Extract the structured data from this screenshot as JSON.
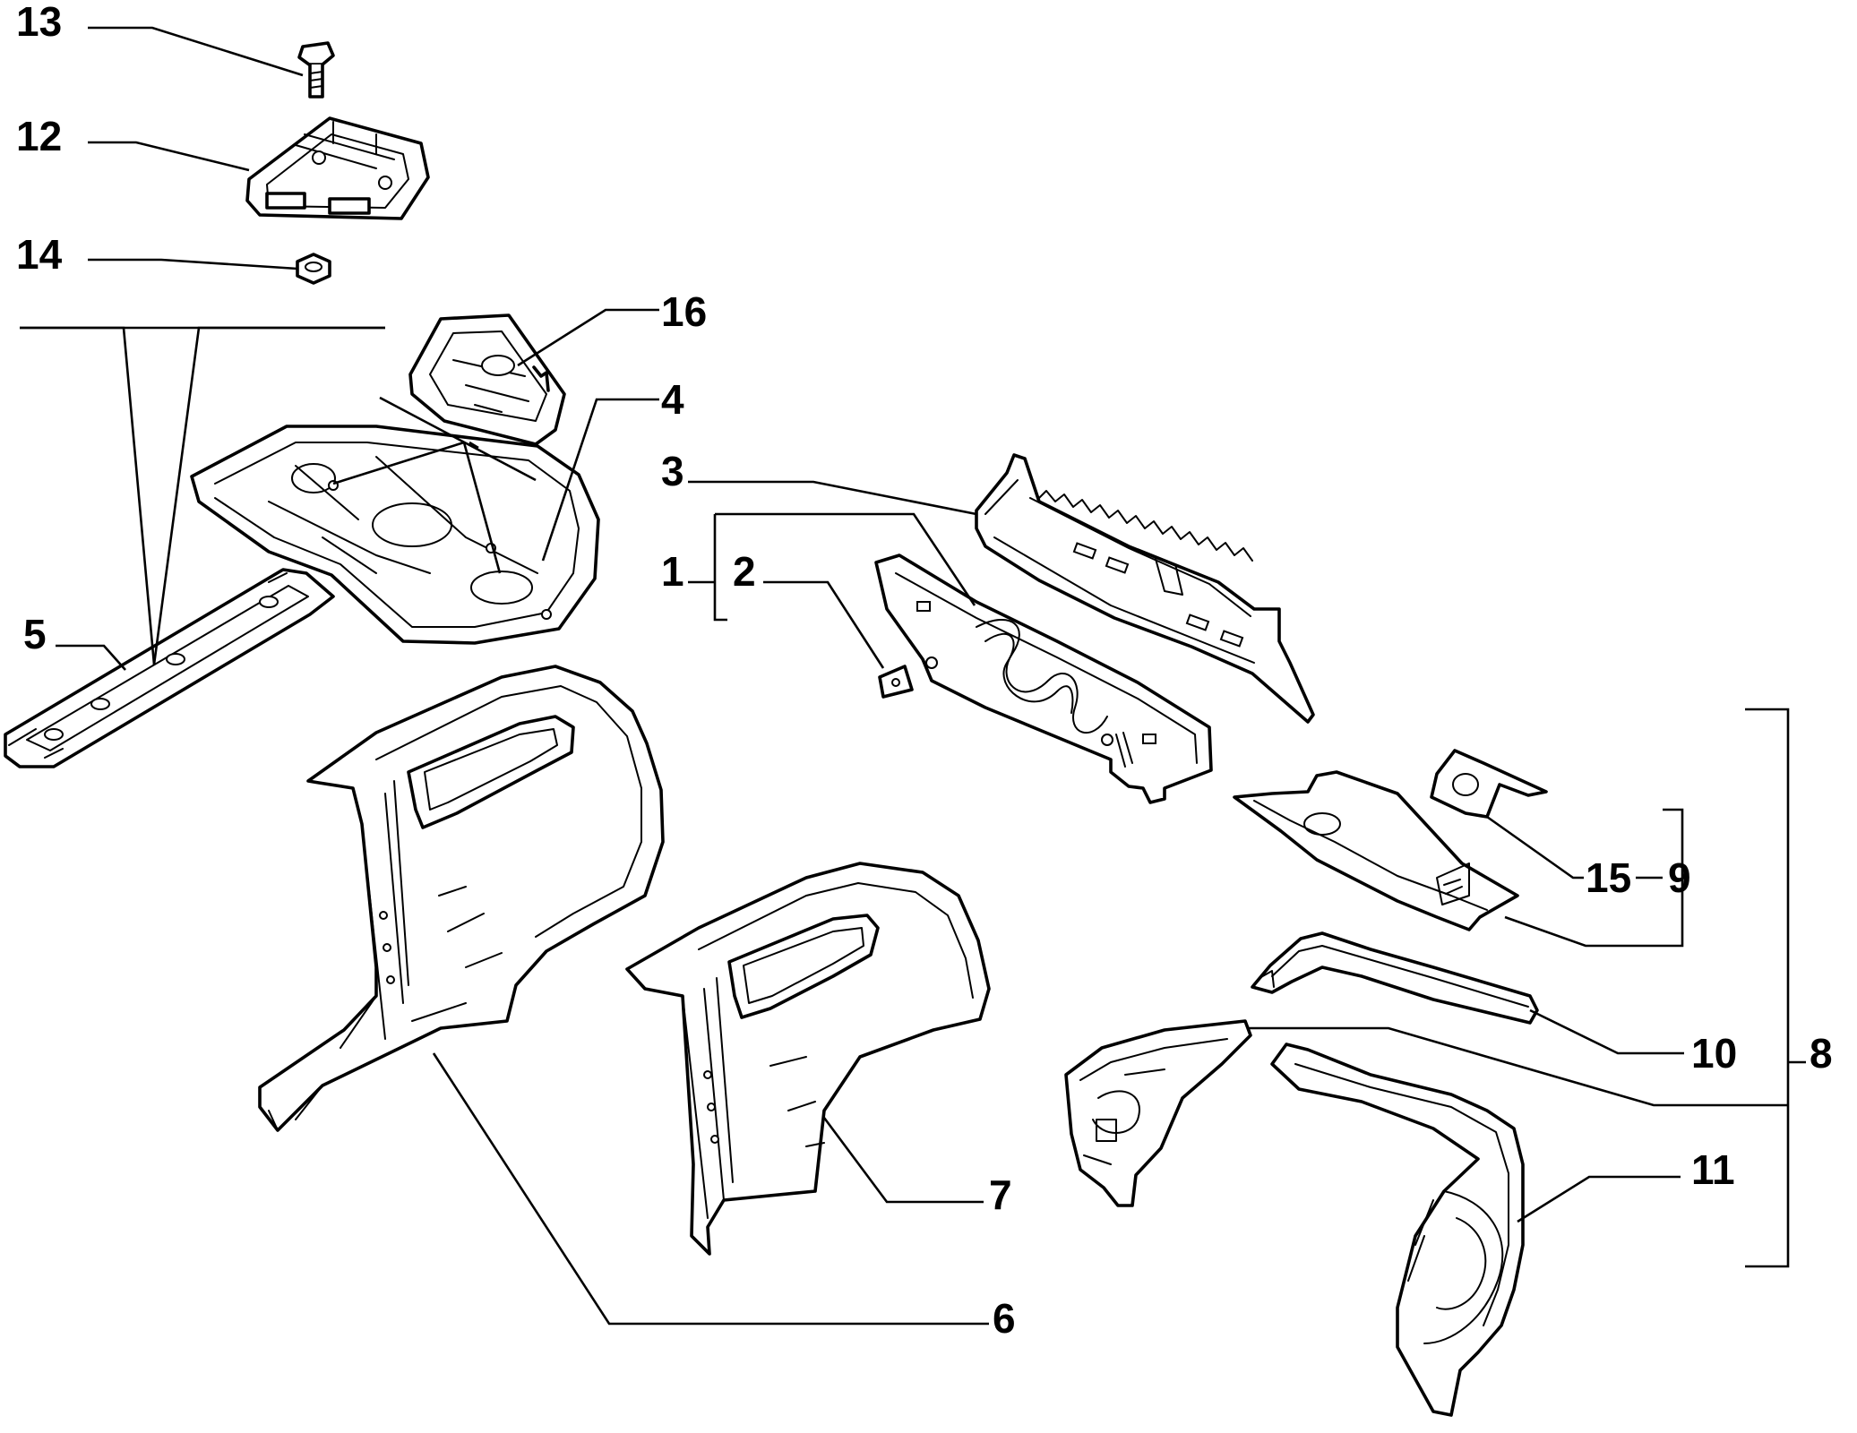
{
  "diagram": {
    "callouts": [
      "1",
      "2",
      "3",
      "4",
      "5",
      "6",
      "7",
      "8",
      "9",
      "10",
      "11",
      "12",
      "13",
      "14",
      "15",
      "16"
    ],
    "colors": {
      "line": "#000000",
      "background": "#ffffff"
    }
  }
}
